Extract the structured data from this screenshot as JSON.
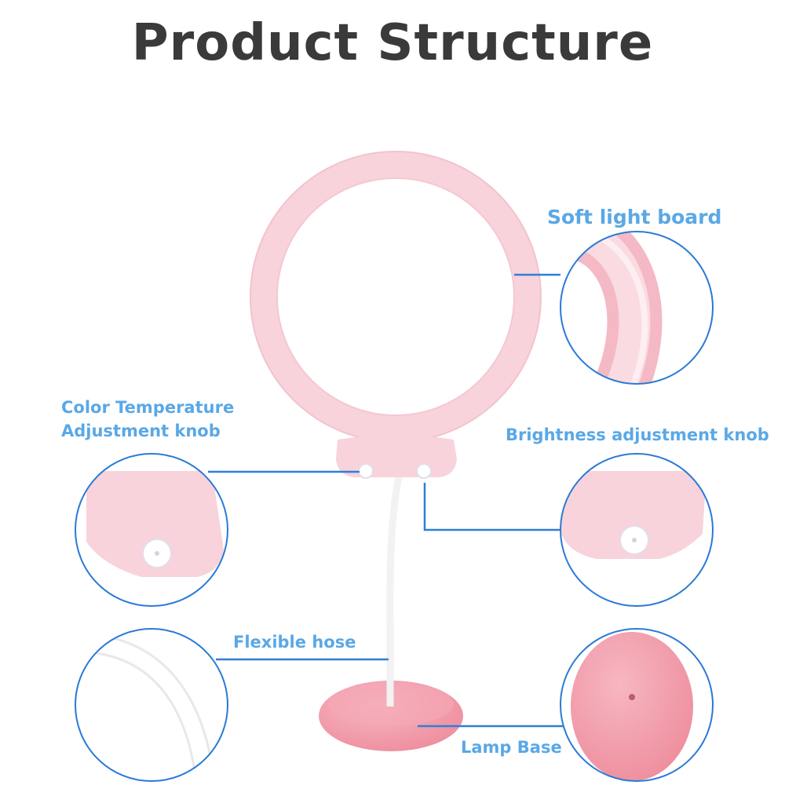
{
  "title": "Product Structure",
  "labels": {
    "soft_light_board": "Soft light board",
    "color_temp_line1": "Color Temperature",
    "color_temp_line2": "Adjustment knob",
    "brightness_knob": "Brightness adjustment knob",
    "flexible_hose": "Flexible hose",
    "lamp_base": "Lamp Base"
  },
  "colors": {
    "title": "#3a3a3a",
    "label": "#5aa8e6",
    "leader_line": "#2f7fd6",
    "circle_border": "#2a7ad6",
    "ring_pink": "#f8d5dc",
    "base_pink": "#f4a0ae"
  },
  "icons": [
    "ring-lamp-icon",
    "knob-icon",
    "hose-icon",
    "lamp-base-icon"
  ]
}
